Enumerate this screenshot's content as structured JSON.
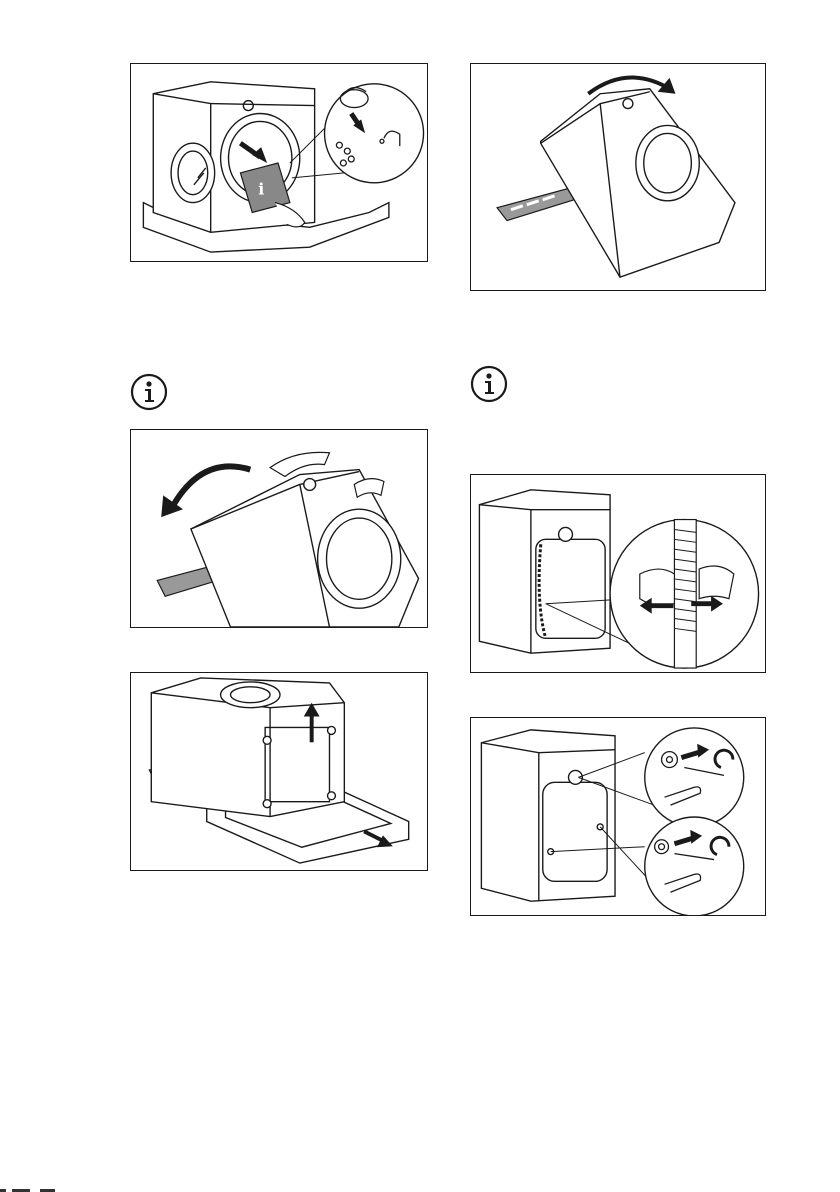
{
  "page": {
    "background": "#ffffff",
    "line_color": "#1a1a1a"
  },
  "steps": [
    {
      "name": "remove-bag-and-accessories",
      "icon": "manual-bag-icon"
    },
    {
      "name": "tilt-machine-back",
      "icon": "curved-arrow-icon"
    },
    {
      "name": "lay-machine-on-side",
      "icon": "curved-arrow-icon"
    },
    {
      "name": "remove-base-packaging",
      "icon": "up-arrow-icon"
    },
    {
      "name": "release-hose-clamps",
      "icon": "double-arrow-icon"
    },
    {
      "name": "remove-transit-bolts",
      "icon": "spanner-icon"
    }
  ],
  "notes": [
    {
      "icon": "info-icon",
      "text": ""
    },
    {
      "icon": "info-icon",
      "text": ""
    }
  ]
}
